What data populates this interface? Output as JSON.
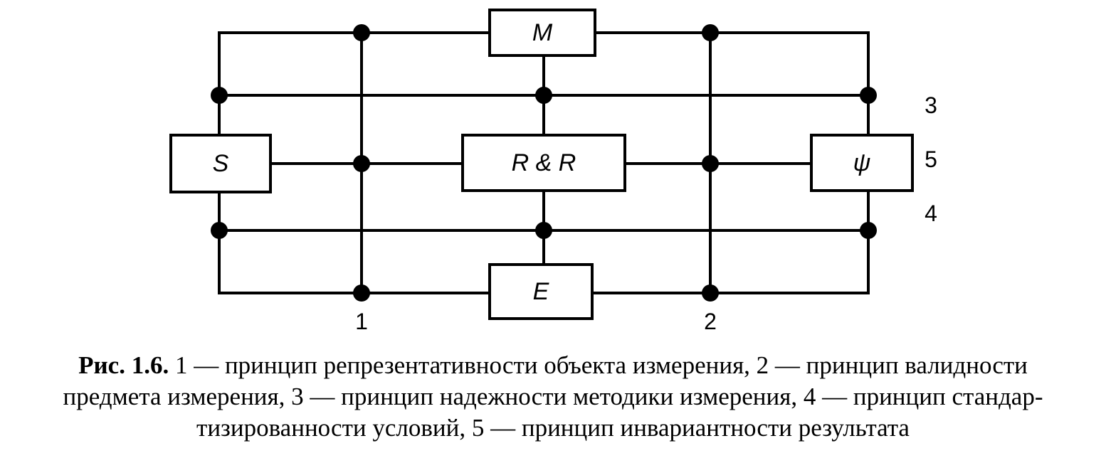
{
  "diagram": {
    "boxes": {
      "m": "M",
      "s": "S",
      "rr": "R & R",
      "psi": "ψ",
      "e": "E"
    },
    "labels": {
      "l1": "1",
      "l2": "2",
      "l3": "3",
      "l4": "4",
      "l5": "5"
    }
  },
  "caption": {
    "prefix": "Рис. 1.6.",
    "line1": " 1 — принцип репрезентативности объекта измерения, 2 — принцип валидности",
    "line2": "предмета измерения, 3 — принцип надежности методики измерения, 4 — принцип стандар-",
    "line3": "тизированности условий, 5 — принцип инвариантности результата"
  }
}
